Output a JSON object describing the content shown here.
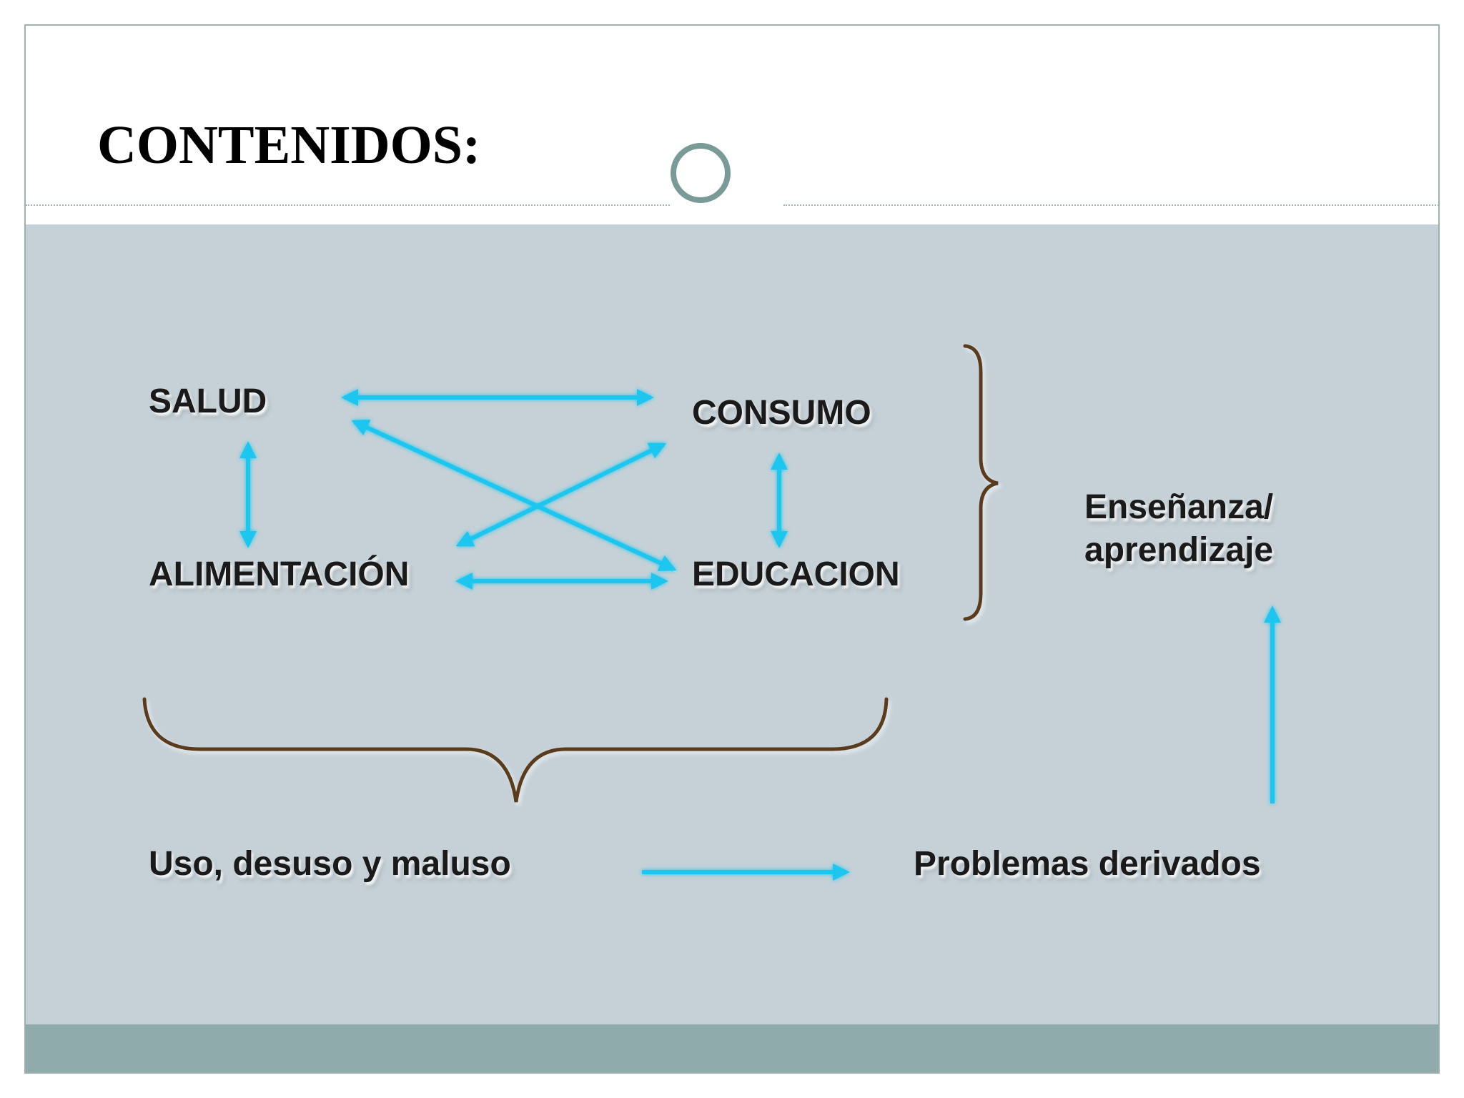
{
  "slide": {
    "title": "CONTENIDOS:",
    "colors": {
      "content_background": "#c5d1d7",
      "footer_band": "#8fabab",
      "arrow": "#1ec6ef",
      "brace": "#5a3a1a",
      "badge_ring": "#7a9a98"
    }
  },
  "diagram": {
    "nodes": {
      "salud": "SALUD",
      "consumo": "CONSUMO",
      "alimentacion": "ALIMENTACIÓN",
      "educacion": "EDUCACION",
      "ensenanza_line1": "Enseñanza/",
      "ensenanza_line2": "aprendizaje",
      "uso": "Uso, desuso y maluso",
      "problemas": "Problemas derivados"
    },
    "edges": [
      {
        "from": "SALUD",
        "to": "CONSUMO",
        "direction": "both"
      },
      {
        "from": "SALUD",
        "to": "ALIMENTACIÓN",
        "direction": "both"
      },
      {
        "from": "SALUD",
        "to": "EDUCACION",
        "direction": "both"
      },
      {
        "from": "CONSUMO",
        "to": "ALIMENTACIÓN",
        "direction": "both"
      },
      {
        "from": "CONSUMO",
        "to": "EDUCACION",
        "direction": "both"
      },
      {
        "from": "ALIMENTACIÓN",
        "to": "EDUCACION",
        "direction": "both"
      },
      {
        "from": "Uso, desuso y maluso",
        "to": "Problemas derivados",
        "direction": "forward"
      },
      {
        "from": "Problemas derivados",
        "to": "Enseñanza/ aprendizaje",
        "direction": "forward"
      }
    ],
    "groupings": [
      {
        "type": "brace-right",
        "groups": [
          "SALUD",
          "CONSUMO",
          "ALIMENTACIÓN",
          "EDUCACION"
        ],
        "points_to": "Enseñanza/ aprendizaje"
      },
      {
        "type": "brace-bottom",
        "groups": [
          "SALUD",
          "CONSUMO",
          "ALIMENTACIÓN",
          "EDUCACION"
        ],
        "points_to": "Uso, desuso y maluso"
      }
    ]
  }
}
